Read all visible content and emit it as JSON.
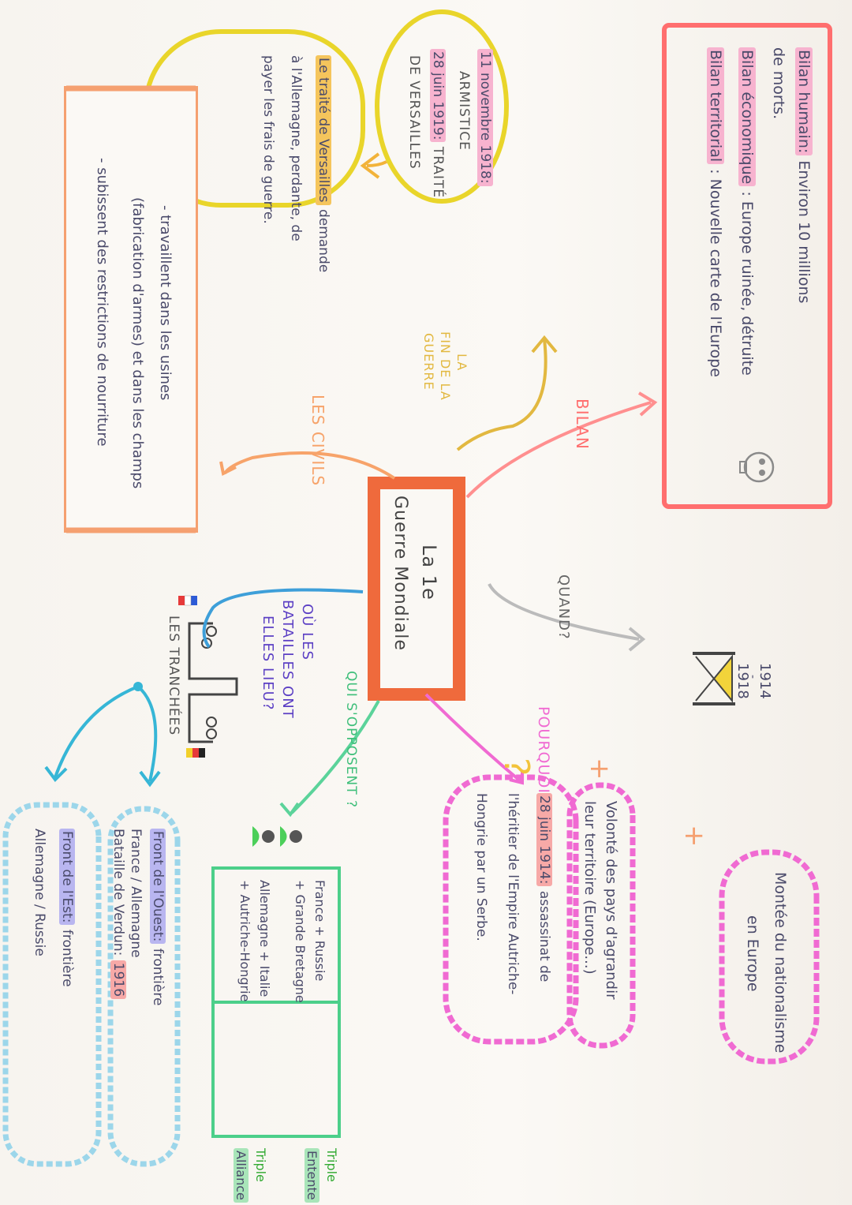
{
  "center": {
    "line1": "La 1e",
    "line2": "Guerre Mondiale"
  },
  "branches": {
    "bilan": "BILAN",
    "fin": [
      "LA",
      "FIN DE LA",
      "GUERRE"
    ],
    "civils": "LES CIVILS",
    "quand": "QUAND?",
    "ou": [
      "OÙ LES",
      "BATAILLES ONT",
      "ELLES LIEU?"
    ],
    "qui": "QUI S'OPPOSENT ?",
    "pourquoi": "POURQUOI?"
  },
  "bilan_box": {
    "humain_label": "Bilan humain:",
    "humain_text": "Environ 10 millions",
    "humain_text2": "de morts.",
    "eco_label": "Bilan économique",
    "eco_text": ": Europe ruinée, détruite",
    "terr_label": "Bilan territorial",
    "terr_text": ": Nouvelle carte de l'Europe",
    "icon": "skull-icon",
    "color": "#ff6b6b"
  },
  "fin_box": {
    "armistice_date": "11 novembre 1918:",
    "armistice": "ARMISTICE",
    "traite_date": "28 juin 1919:",
    "traite": "TRAITÉ",
    "versailles": "DE VERSAILLES",
    "color": "#e8d42c"
  },
  "traite_box": {
    "label": "Le traité de Versailles",
    "text1": "demande",
    "text2": "à l'Allemagne, perdante, de",
    "text3": "payer les frais de guerre."
  },
  "civils_box": {
    "line1": "- travaillent dans les usines",
    "line2": "(fabrication d'armes) et dans les champs",
    "line3": "- subissent des restrictions de nourriture",
    "color": "#f5a070"
  },
  "quand_box": {
    "start": "1914",
    "dash": "-",
    "end": "1918",
    "icon": "hourglass-icon"
  },
  "trenches": {
    "label": "LES TRANCHÉES",
    "icon": "trenches-soldiers-icon"
  },
  "fronts": {
    "ouest_label": "Front de l'Ouest:",
    "ouest_text": "frontière",
    "ouest_line2": "France / Allemagne",
    "verdun": "Bataille de Verdun:",
    "verdun_date": "1916",
    "est_label": "Front de l'Est:",
    "est_text": "frontière",
    "est_line2": "Allemagne / Russie",
    "color": "#8fd4e8"
  },
  "alliances": {
    "entente_line1": "France + Russie",
    "entente_line2": "+ Grande Bretagne",
    "triple1": "Triple",
    "entente_name": "Entente",
    "alliance_line1": "Allemagne + Italie",
    "alliance_line2": "+ Autriche-Hongrie",
    "triple2": "Triple",
    "alliance_name": "Alliance",
    "icon": "two-people-icon",
    "color": "#4ccf8a"
  },
  "causes": {
    "nationalisme1": "Montée du nationalisme",
    "nationalisme2": "en Europe",
    "plus1": "+",
    "agrandir1": "Volonté des pays d'agrandir",
    "agrandir2": "leur territoire (Europe...)",
    "plus2": "+",
    "date": "28 juin 1914:",
    "assassinat1": "assassinat de",
    "assassinat2": "l'héritier de l'Empire Autriche-",
    "assassinat3": "Hongrie par un Serbe.",
    "question": "?",
    "color": "#f06ad2"
  }
}
